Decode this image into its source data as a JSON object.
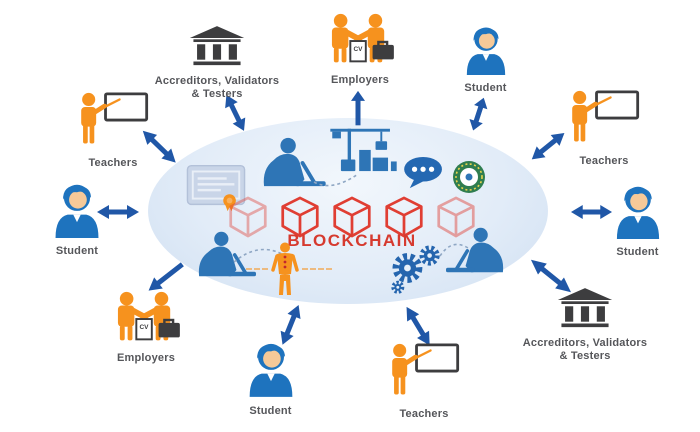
{
  "center": {
    "label": "BLOCKCHAIN"
  },
  "labels": {
    "cv": "CV"
  },
  "nodes": [
    {
      "id": "teachers-top-left",
      "label": "Teachers"
    },
    {
      "id": "accreditors-top",
      "line1": "Accreditors, Validators",
      "line2": "& Testers"
    },
    {
      "id": "employers-top",
      "label": "Employers"
    },
    {
      "id": "student-top-right",
      "label": "Student"
    },
    {
      "id": "teachers-right",
      "label": "Teachers"
    },
    {
      "id": "student-right",
      "label": "Student"
    },
    {
      "id": "accreditors-bottom-right",
      "line1": "Accreditors, Validators",
      "line2": "& Testers"
    },
    {
      "id": "teachers-bottom",
      "label": "Teachers"
    },
    {
      "id": "student-bottom",
      "label": "Student"
    },
    {
      "id": "employers-bottom-left",
      "label": "Employers"
    },
    {
      "id": "student-left",
      "label": "Student"
    }
  ],
  "colors": {
    "orange": "#F6921E",
    "blue": "#1E73BE",
    "arrow_blue": "#2057A7",
    "red": "#D93A2F",
    "dark_gray": "#3D3D3F",
    "ellipse_fill": "#DCE8F6",
    "badge_green": "#2F7D4F"
  }
}
